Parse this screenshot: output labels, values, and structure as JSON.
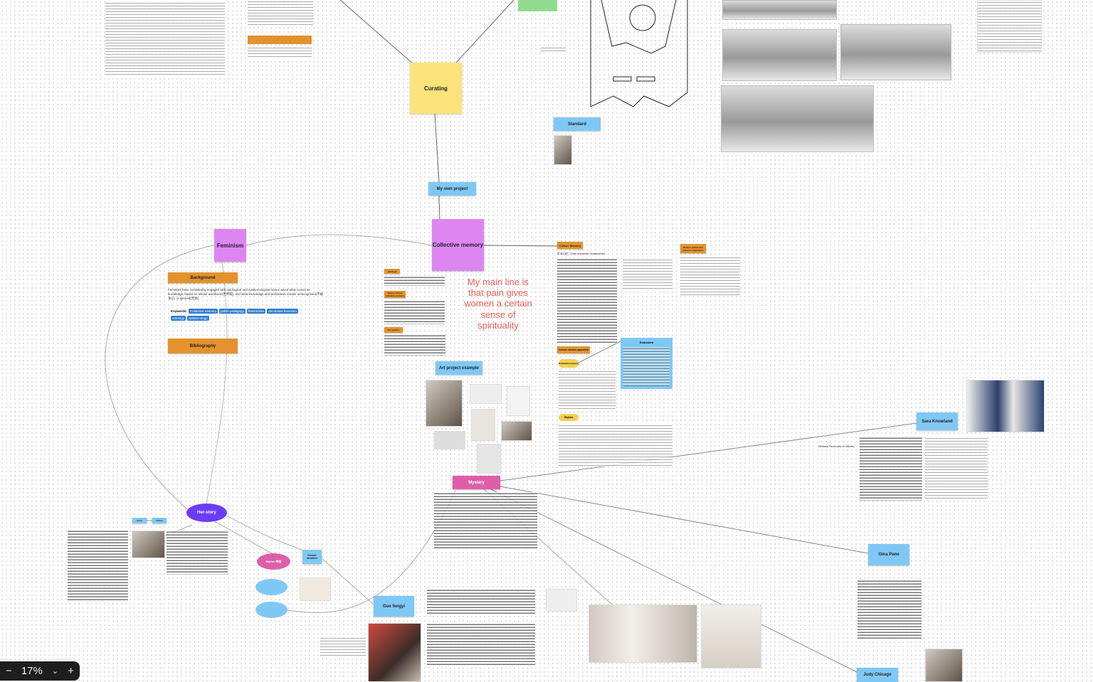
{
  "nodes": {
    "curating": "Curating",
    "my_own_project": "My own project",
    "collective_memory": "Collective memory",
    "feminism": "Feminism",
    "background": "Background",
    "bibliography": "Bibliography",
    "standard": "Standard",
    "art_project_example": "Art project example",
    "mystery": "Mystery",
    "her_story": "Her-story",
    "artist": "Artist",
    "theme": "Theme",
    "mythic": "Mythic 神话",
    "female_identities": "Female identities",
    "guo_fengyi": "Guo fengyi",
    "sara_knowland": "Sara Knowland",
    "gina_pane": "Gina Pane",
    "judy_chicago": "Judy Chicago",
    "culture_memory": "Culture Memory",
    "culture_studies_approach": "Culture studies approach",
    "embedded_memory": "Embedded memory",
    "embodied": "Embodied",
    "objects": "Objects",
    "attribute": "Attribute",
    "history_vs_collective": "History versus collective memory",
    "perspective": "Perspective",
    "women_culture": "Women culture and women's experience"
  },
  "main_line": "My main line is that pain gives women a certain sense of spirituality",
  "background_text": "Feminists have consistently engaged with ontological and epistemological issues about what counts as knowledge, based on whose worldview(世界观), and what knowledge and worldviews remain unrecognised(不被承认) or ignored(无视).",
  "keywords": {
    "label": "Keywords:",
    "items": [
      "Collective memory",
      "public pedagogy",
      "feminicides",
      "decolonial feminism",
      "ontology",
      "epistemology"
    ]
  },
  "culture_memory_subtitle": "文化记忆（Das kulturelle Gedächtnis）",
  "medieval_caption": "Medieval Persecution of Witches",
  "zoom": {
    "level": "17%",
    "minus": "−",
    "plus": "+",
    "chevron": "⌄"
  },
  "colors": {
    "purple_node": "#dd86f2",
    "blue_node": "#7fc8f5",
    "orange_node": "#e3922d",
    "yellow_node": "#fbe27a",
    "her_story": "#6b3cf5",
    "mythic": "#dd5fa8",
    "main_line_text": "#e8605a"
  }
}
